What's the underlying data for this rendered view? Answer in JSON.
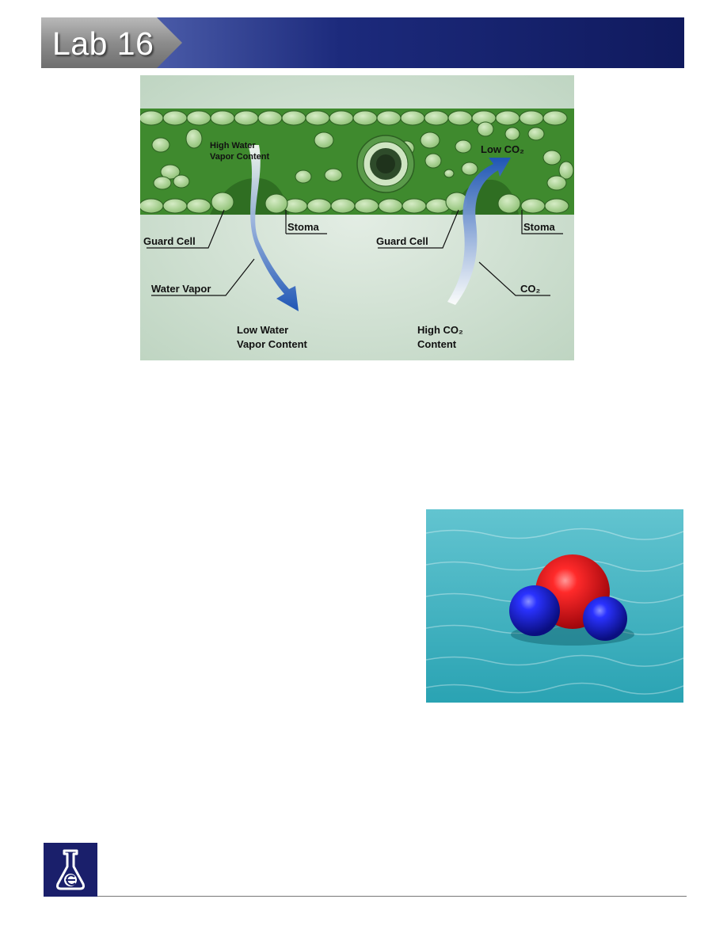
{
  "header": {
    "lab_title": "Lab 16"
  },
  "leaf_figure": {
    "labels": {
      "high_water_line1": "High Water",
      "high_water_line2": "Vapor Content",
      "low_co2": "Low CO₂",
      "guard_cell_left": "Guard Cell",
      "stoma_left": "Stoma",
      "guard_cell_right": "Guard Cell",
      "stoma_right": "Stoma",
      "water_vapor": "Water Vapor",
      "co2": "CO₂",
      "low_water_line1": "Low Water",
      "low_water_line2": "Vapor Content",
      "high_co2_line1": "High CO₂",
      "high_co2_line2": "Content"
    },
    "colors": {
      "leaf_green": "#3f8a2e",
      "cell_green": "#9ccc84",
      "arrow_blue": "#1f56b5",
      "background": "#c9dccd"
    }
  },
  "water_figure": {
    "colors": {
      "water": "#3fb3c2",
      "oxygen": "#e0141c",
      "hydrogen": "#1420c8"
    }
  },
  "footer": {
    "logo_icon": "flask-e-icon"
  }
}
